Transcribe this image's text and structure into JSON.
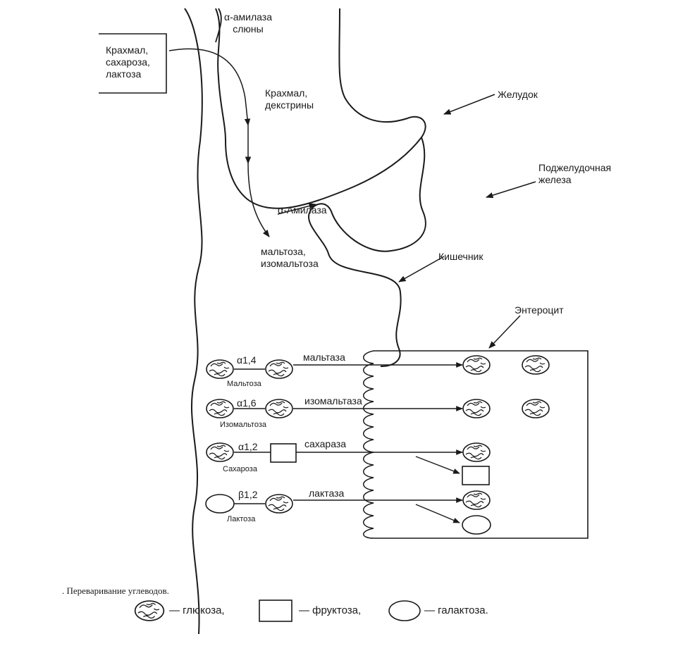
{
  "labels": {
    "salivary_amylase": "α-амилаза\nслюны",
    "dietary": "Крахмал,\nсахароза,\nлактоза",
    "starch_dextrins": "Крахмал,\nдекстрины",
    "stomach": "Желудок",
    "pancreas": "Поджелудочная\nжелеза",
    "pancreatic_amylase": "α-Амилаза",
    "maltose_isomaltose": "мальтоза,\nизомальтоза",
    "intestine": "Кишечник",
    "enterocyte": "Энтероцит"
  },
  "reactions": [
    {
      "bond": "α1,4",
      "enzyme": "мальтаза",
      "substrate": "Мальтоза"
    },
    {
      "bond": "α1,6",
      "enzyme": "изомальтаза",
      "substrate": "Изомальтоза"
    },
    {
      "bond": "α1,2",
      "enzyme": "сахараза",
      "substrate": "Сахароза"
    },
    {
      "bond": "β1,2",
      "enzyme": "лактаза",
      "substrate": "Лактоза"
    }
  ],
  "caption": ". Переваривание углеводов.",
  "legend": {
    "glucose": "— глюкоза,",
    "fructose": "— фруктоза,",
    "galactose": "— галактоза."
  }
}
